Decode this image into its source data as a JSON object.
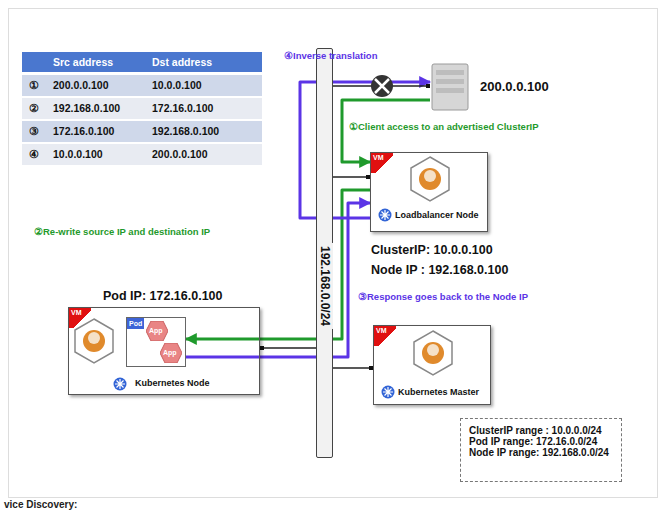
{
  "diagram": {
    "nodes": [
      {
        "text": [
          "200.0.0.100"
        ]
      },
      {
        "text": [
          "192.168.0.0/24"
        ]
      },
      {
        "text": [
          "VM",
          "Loadbalancer Node"
        ]
      },
      {
        "text": [
          "VM",
          "Kubernetes Node"
        ]
      },
      {
        "text": [
          "Pod"
        ],
        "in": 3
      },
      {
        "text": [
          "App"
        ],
        "in": 4
      },
      {
        "text": [
          "App"
        ],
        "in": 4
      },
      {
        "text": [
          "VM",
          "Kubernetes Master"
        ]
      },
      {
        "text": [
          "ClusterIP range : 10.0.0.0/24",
          "Pod IP range: 172.16.0.0/24",
          "Node IP range: 192.168.0.0/24"
        ]
      }
    ],
    "edges": [
      {
        "from": 0,
        "to": 2,
        "arrow": "to"
      },
      {
        "from": 2,
        "to": 4,
        "arrow": "to"
      },
      {
        "from": 4,
        "to": 2,
        "arrow": "to"
      },
      {
        "from": 2,
        "to": 0,
        "arrow": "to"
      },
      {
        "from": 1,
        "to": 2,
        "arrow": "none"
      },
      {
        "from": 1,
        "to": 3,
        "arrow": "none"
      },
      {
        "from": 1,
        "to": 7,
        "arrow": "none"
      },
      {
        "from": 1,
        "to": 0,
        "arrow": "none"
      }
    ],
    "labels": [
      "Src address",
      "Dst address",
      "①",
      "200.0.0.100",
      "10.0.0.100",
      "②",
      "192.168.0.100",
      "172.16.0.100",
      "③",
      "172.16.0.100",
      "192.168.0.100",
      "④",
      "10.0.0.100",
      "200.0.0.100",
      "④Inverse translation",
      "①Client access to an advertised ClusterIP",
      "②Re-write source IP and destination IP",
      "③Response goes back to the Node IP",
      "ClusterIP: 10.0.0.100",
      "Node IP : 192.168.0.100",
      "Pod IP: 172.16.0.100",
      "vice Discovery:"
    ]
  }
}
